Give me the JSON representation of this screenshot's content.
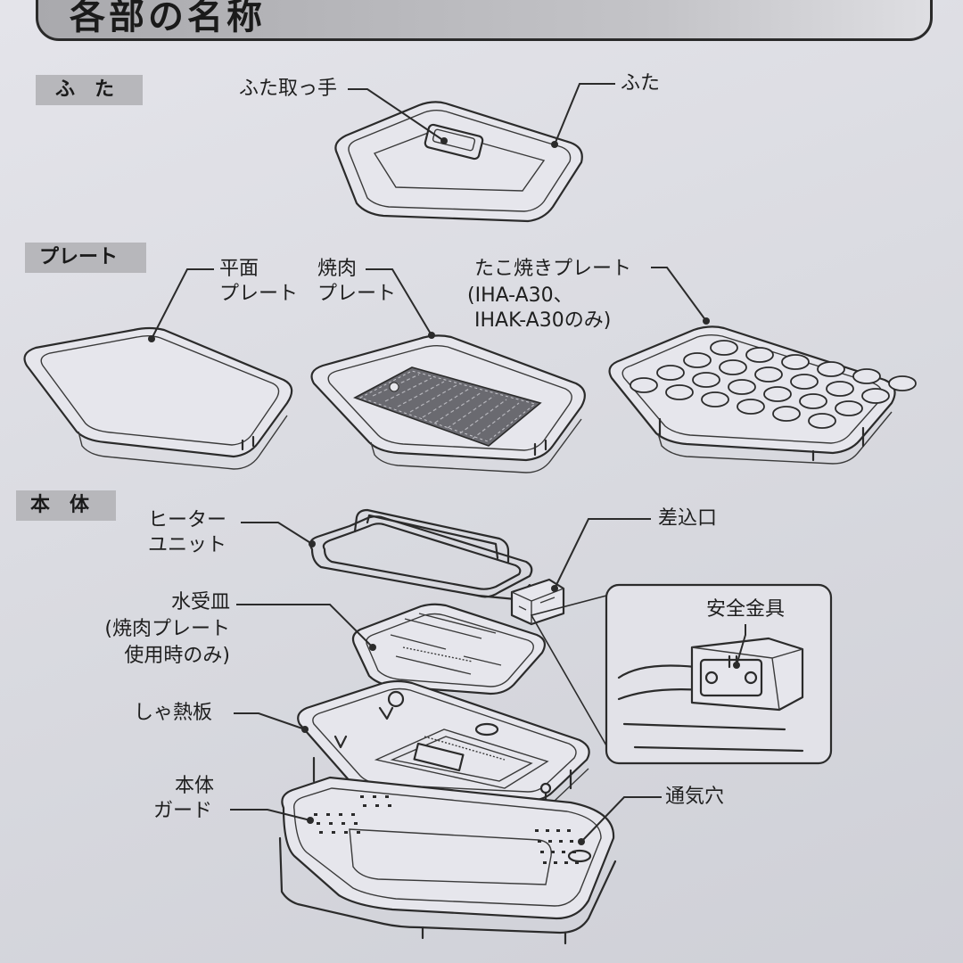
{
  "page": {
    "title": "各部の名称"
  },
  "sections": {
    "lid": {
      "tab": "ふ　た"
    },
    "plate": {
      "tab": "プレート"
    },
    "body": {
      "tab": "本　体"
    }
  },
  "labels": {
    "lid_handle": "ふた取っ手",
    "lid": "ふた",
    "flat_plate_line1": "平面",
    "flat_plate_line2": "プレート",
    "yakiniku_plate_line1": "焼肉",
    "yakiniku_plate_line2": "プレート",
    "takoyaki_line1": "たこ焼きプレート",
    "takoyaki_line2": "(IHA-A30、",
    "takoyaki_line3": "IHAK-A30のみ)",
    "heater_line1": "ヒーター",
    "heater_line2": "ユニット",
    "plug_inlet": "差込口",
    "water_tray_line1": "水受皿",
    "water_tray_line2": "(焼肉プレート",
    "water_tray_line3": "使用時のみ)",
    "safety_fitting": "安全金具",
    "heat_shield": "しゃ熱板",
    "body_guard_line1": "本体",
    "body_guard_line2": "ガード",
    "vent_holes": "通気穴"
  }
}
